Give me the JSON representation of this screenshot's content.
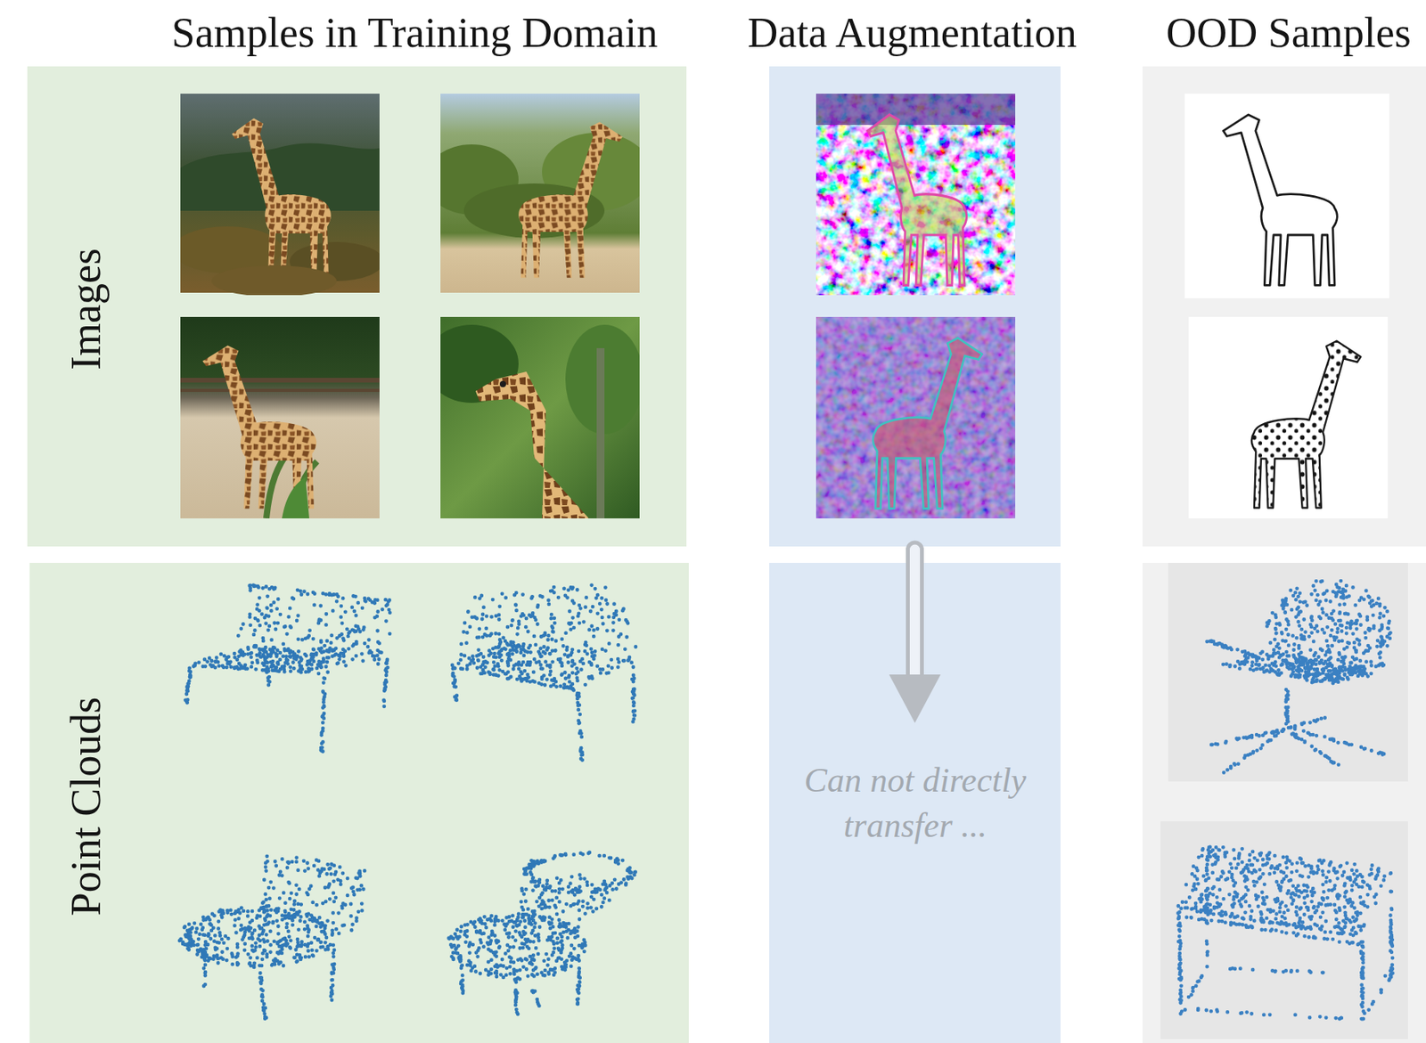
{
  "diagram": {
    "nodes": [
      {
        "text": [
          "Samples in Training Domain",
          "Images"
        ]
      },
      {
        "text": [
          "Data Augmentation"
        ]
      },
      {
        "text": [
          "OOD Samples"
        ]
      },
      {
        "text": [
          "Point Clouds"
        ]
      },
      {
        "text": [
          "Can not directly transfer ..."
        ]
      }
    ],
    "edges": [
      {
        "from": 1,
        "to": 4,
        "arrow": "to"
      }
    ]
  }
}
